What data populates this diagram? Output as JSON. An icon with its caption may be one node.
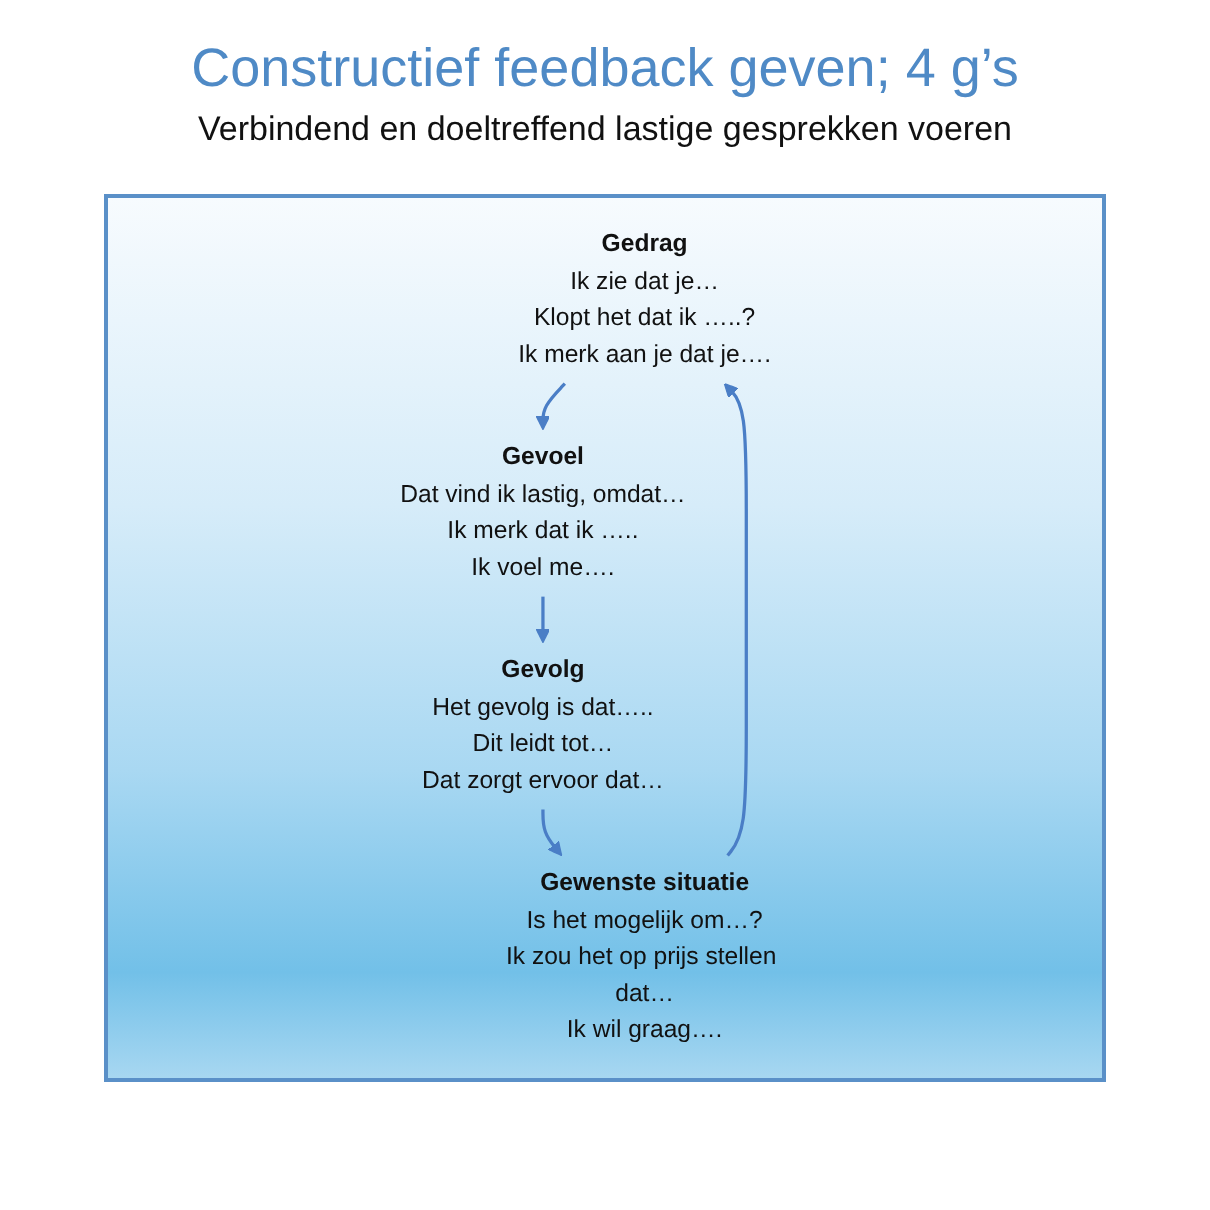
{
  "diagram": {
    "title": "Constructief feedback geven; 4 g’s",
    "nodes": [
      {
        "text": [
          "Gedrag",
          "Ik zie dat je…",
          "Klopt het dat ik …..?",
          "Ik merk aan je dat je…."
        ]
      },
      {
        "text": [
          "Gewenste situatie",
          "Is het mogelijk om…?",
          "Ik zou het op prijs stellen dat…",
          "Ik wil graag…."
        ]
      },
      {
        "text": [
          "Gevoel",
          "Dat vind ik lastig, omdat…",
          "Ik merk dat ik …..",
          "Ik voel me…."
        ]
      },
      {
        "text": [
          "Gevolg",
          "Het gevolg is dat…..",
          "Dit leidt tot…",
          "Dat zorgt ervoor dat…"
        ]
      }
    ],
    "edges": [
      {
        "from": 0,
        "to": 2,
        "arrow": "to"
      },
      {
        "from": 2,
        "to": 3,
        "arrow": "to"
      },
      {
        "from": 3,
        "to": 1,
        "arrow": "to"
      },
      {
        "from": 1,
        "to": 0,
        "arrow": "to"
      }
    ],
    "labels": [
      "Verbindend en doeltreffend lastige gesprekken voeren"
    ]
  }
}
